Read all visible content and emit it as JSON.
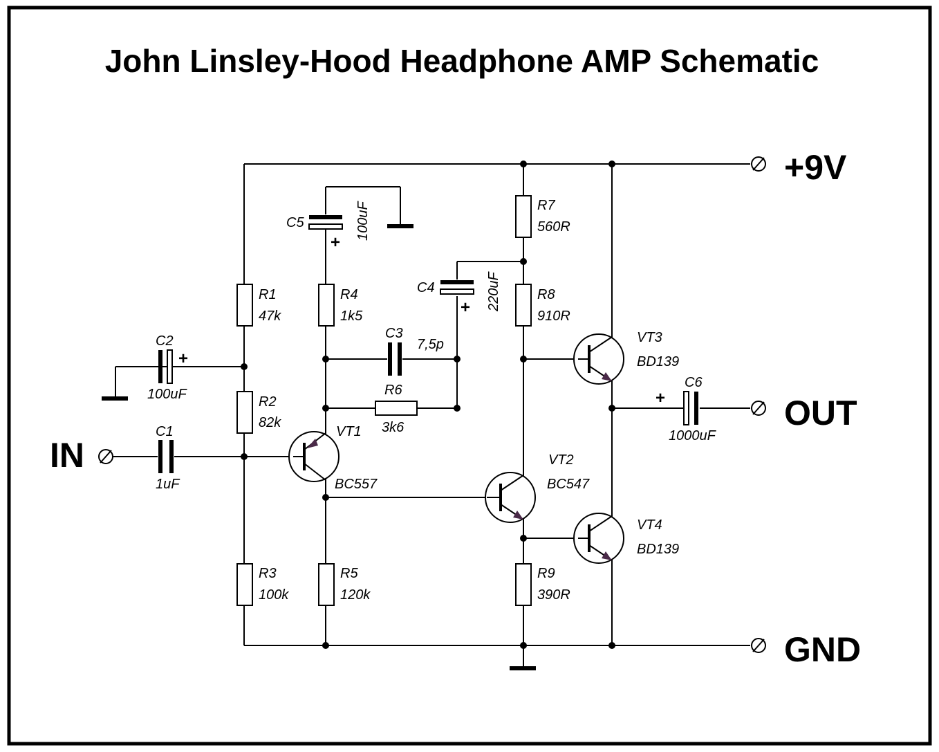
{
  "title": "John Linsley-Hood Headphone AMP Schematic",
  "terminals": {
    "vplus": "+9V",
    "out": "OUT",
    "gnd": "GND",
    "in": "IN"
  },
  "components": {
    "R1": {
      "ref": "R1",
      "value": "47k"
    },
    "R2": {
      "ref": "R2",
      "value": "82k"
    },
    "R3": {
      "ref": "R3",
      "value": "100k"
    },
    "R4": {
      "ref": "R4",
      "value": "1k5"
    },
    "R5": {
      "ref": "R5",
      "value": "120k"
    },
    "R6": {
      "ref": "R6",
      "value": "3k6"
    },
    "R7": {
      "ref": "R7",
      "value": "560R"
    },
    "R8": {
      "ref": "R8",
      "value": "910R"
    },
    "R9": {
      "ref": "R9",
      "value": "390R"
    },
    "C1": {
      "ref": "C1",
      "value": "1uF"
    },
    "C2": {
      "ref": "C2",
      "value": "100uF"
    },
    "C3": {
      "ref": "C3",
      "value": "7,5p"
    },
    "C4": {
      "ref": "C4",
      "value": "220uF"
    },
    "C5": {
      "ref": "C5",
      "value": "100uF"
    },
    "C6": {
      "ref": "C6",
      "value": "1000uF"
    },
    "VT1": {
      "ref": "VT1",
      "value": "BC557"
    },
    "VT2": {
      "ref": "VT2",
      "value": "BC547"
    },
    "VT3": {
      "ref": "VT3",
      "value": "BD139"
    },
    "VT4": {
      "ref": "VT4",
      "value": "BD139"
    }
  },
  "polarity_mark": "+",
  "terminal_symbol": "∅"
}
